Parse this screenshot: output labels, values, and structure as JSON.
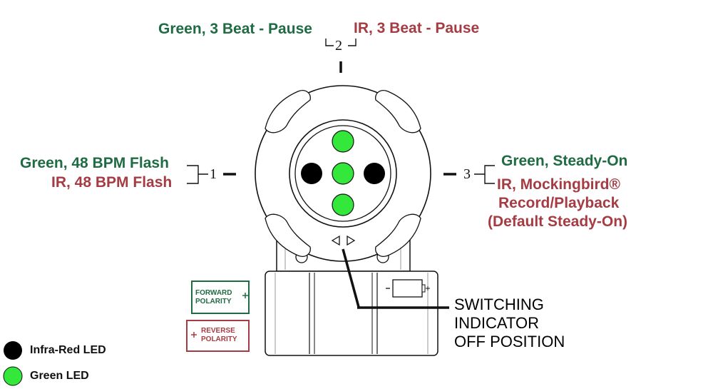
{
  "position_2": {
    "number": "2",
    "green_label": "Green, 3 Beat - Pause",
    "ir_label": "IR, 3 Beat - Pause"
  },
  "position_1": {
    "number": "1",
    "green_label": "Green, 48 BPM Flash",
    "ir_label": "IR, 48 BPM Flash"
  },
  "position_3": {
    "number": "3",
    "green_label": "Green, Steady-On",
    "ir_label_lines": [
      "IR, Mockingbird®",
      "Record/Playback",
      "(Default Steady-On)"
    ]
  },
  "switching_indicator": {
    "lines": [
      "SWITCHING",
      "INDICATOR",
      "OFF POSITION"
    ]
  },
  "polarity": {
    "forward_lines": [
      "FORWARD",
      "POLARITY"
    ],
    "reverse_lines": [
      "REVERSE",
      "POLARITY"
    ]
  },
  "legend": {
    "infrared": "Infra-Red LED",
    "green": "Green LED"
  },
  "colors": {
    "green_text": "#1f6b43",
    "red_text": "#a63c43",
    "green_led": "#33e83a",
    "ir_led": "#000000"
  }
}
